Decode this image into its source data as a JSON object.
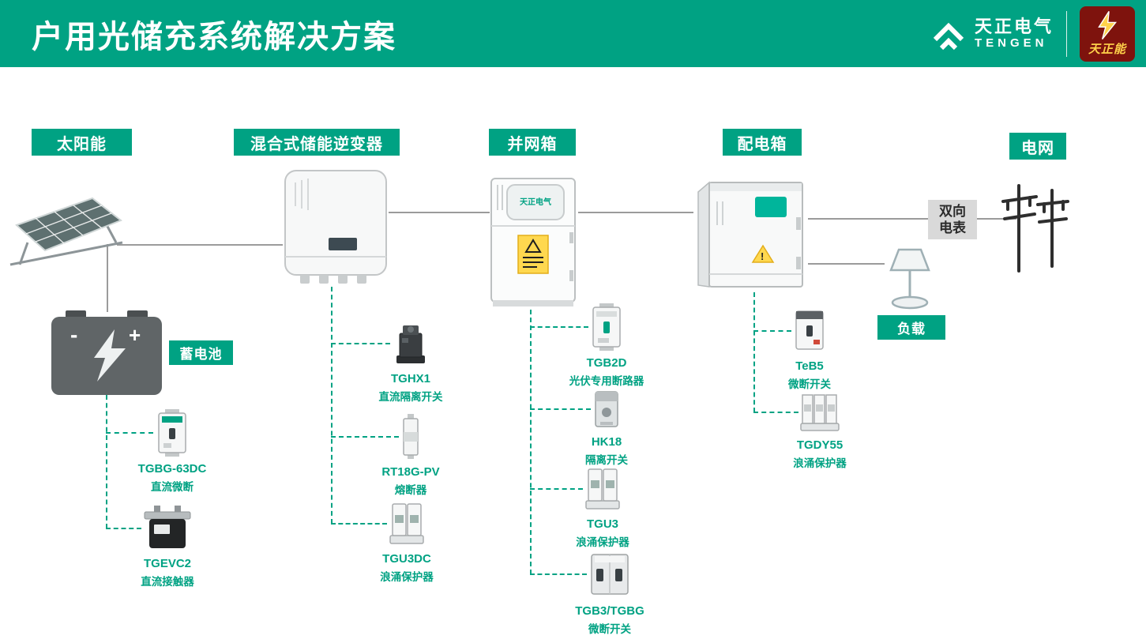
{
  "header": {
    "title": "户用光储充系统解决方案",
    "brand": {
      "name": "天正电气",
      "latin": "TENGEN"
    },
    "emblem": "天正能"
  },
  "colors": {
    "brand_green": "#00A283",
    "line_gray": "#9B9B9B",
    "emblem_red": "#7E130D",
    "warning_yellow": "#FFD84F"
  },
  "nodes": {
    "solar": "太阳能",
    "inverter": "混合式储能逆变器",
    "grid_connection_box": "并网箱",
    "distribution_box": "配电箱",
    "power_grid": "电网",
    "battery": "蓄电池",
    "load": "负载",
    "meter": {
      "line1": "双向",
      "line2": "电表"
    },
    "cabinet_brand": "天正电气"
  },
  "component_groups": {
    "battery": [
      {
        "name": "TGBG-63DC",
        "desc": "直流微断"
      },
      {
        "name": "TGEVC2",
        "desc": "直流接触器"
      }
    ],
    "inverter": [
      {
        "name": "TGHX1",
        "desc": "直流隔离开关"
      },
      {
        "name": "RT18G-PV",
        "desc": "熔断器"
      },
      {
        "name": "TGU3DC",
        "desc": "浪涌保护器"
      }
    ],
    "grid_connection_box": [
      {
        "name": "TGB2D",
        "desc": "光伏专用断路器"
      },
      {
        "name": "HK18",
        "desc": "隔离开关"
      },
      {
        "name": "TGU3",
        "desc": "浪涌保护器"
      },
      {
        "name": "TGB3/TGBG",
        "desc": "微断开关"
      }
    ],
    "distribution_box": [
      {
        "name": "TeB5",
        "desc": "微断开关"
      },
      {
        "name": "TGDY55",
        "desc": "浪涌保护器"
      }
    ]
  }
}
